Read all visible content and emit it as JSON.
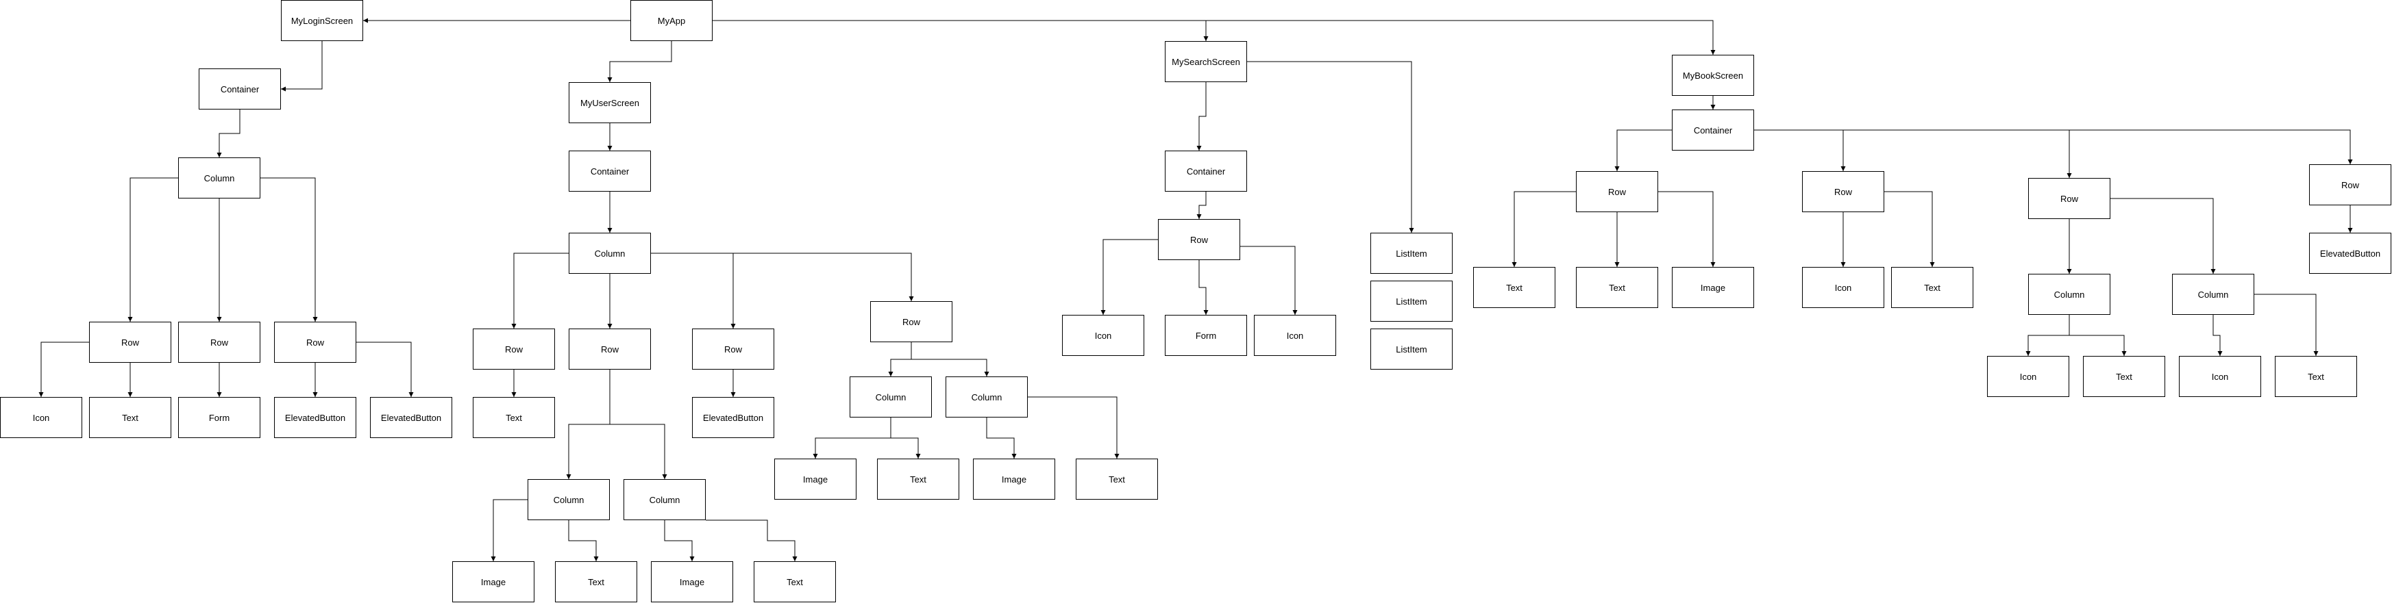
{
  "diagram": {
    "nodes": {
      "myapp": "MyApp",
      "login": "MyLoginScreen",
      "login_container": "Container",
      "login_column": "Column",
      "login_row1": "Row",
      "login_row2": "Row",
      "login_row3": "Row",
      "login_icon": "Icon",
      "login_text": "Text",
      "login_form": "Form",
      "login_btn1": "ElevatedButton",
      "login_btn2": "ElevatedButton",
      "user": "MyUserScreen",
      "user_container": "Container",
      "user_column": "Column",
      "user_row1": "Row",
      "user_row2": "Row",
      "user_row3": "Row",
      "user_row4": "Row",
      "user_text1": "Text",
      "user_btn": "ElevatedButton",
      "user_col_a": "Column",
      "user_col_b": "Column",
      "user_img_a": "Image",
      "user_text_a": "Text",
      "user_img_b": "Image",
      "user_text_b": "Text",
      "user_col_c": "Column",
      "user_col_d": "Column",
      "user_img_c": "Image",
      "user_text_c": "Text",
      "user_img_d": "Image",
      "user_text_d": "Text",
      "search": "MySearchScreen",
      "search_container": "Container",
      "search_row": "Row",
      "search_icon1": "Icon",
      "search_form": "Form",
      "search_icon2": "Icon",
      "search_list1": "ListItem",
      "search_list2": "ListItem",
      "search_list3": "ListItem",
      "book": "MyBookScreen",
      "book_container": "Container",
      "book_row1": "Row",
      "book_row2": "Row",
      "book_row3": "Row",
      "book_row4": "Row",
      "book_text1": "Text",
      "book_text2": "Text",
      "book_image": "Image",
      "book_icon1": "Icon",
      "book_text3": "Text",
      "book_col1": "Column",
      "book_col2": "Column",
      "book_icon2": "Icon",
      "book_text4": "Text",
      "book_icon3": "Icon",
      "book_text5": "Text",
      "book_btn": "ElevatedButton"
    },
    "edges": [
      [
        "myapp",
        "login"
      ],
      [
        "myapp",
        "user"
      ],
      [
        "myapp",
        "search"
      ],
      [
        "myapp",
        "book"
      ],
      [
        "login",
        "login_container"
      ],
      [
        "login_container",
        "login_column"
      ],
      [
        "login_column",
        "login_row1"
      ],
      [
        "login_column",
        "login_row2"
      ],
      [
        "login_column",
        "login_row3"
      ],
      [
        "login_row1",
        "login_icon"
      ],
      [
        "login_row1",
        "login_text"
      ],
      [
        "login_row2",
        "login_form"
      ],
      [
        "login_row3",
        "login_btn1"
      ],
      [
        "login_row3",
        "login_btn2"
      ],
      [
        "user",
        "user_container"
      ],
      [
        "user_container",
        "user_column"
      ],
      [
        "user_column",
        "user_row1"
      ],
      [
        "user_column",
        "user_row2"
      ],
      [
        "user_column",
        "user_row3"
      ],
      [
        "user_column",
        "user_row4"
      ],
      [
        "user_row1",
        "user_text1"
      ],
      [
        "user_row3",
        "user_btn"
      ],
      [
        "user_row2",
        "user_col_a"
      ],
      [
        "user_row2",
        "user_col_b"
      ],
      [
        "user_col_a",
        "user_img_a"
      ],
      [
        "user_col_a",
        "user_text_a"
      ],
      [
        "user_col_b",
        "user_img_b"
      ],
      [
        "user_col_b",
        "user_text_b"
      ],
      [
        "user_row4",
        "user_col_c"
      ],
      [
        "user_row4",
        "user_col_d"
      ],
      [
        "user_col_c",
        "user_img_c"
      ],
      [
        "user_col_c",
        "user_text_c"
      ],
      [
        "user_col_d",
        "user_img_d"
      ],
      [
        "user_col_d",
        "user_text_d"
      ],
      [
        "search",
        "search_container"
      ],
      [
        "search",
        "search_list1"
      ],
      [
        "search_container",
        "search_row"
      ],
      [
        "search_row",
        "search_icon1"
      ],
      [
        "search_row",
        "search_form"
      ],
      [
        "search_row",
        "search_icon2"
      ],
      [
        "book",
        "book_container"
      ],
      [
        "book_container",
        "book_row1"
      ],
      [
        "book_container",
        "book_row2"
      ],
      [
        "book_container",
        "book_row3"
      ],
      [
        "book_container",
        "book_row4"
      ],
      [
        "book_row1",
        "book_text1"
      ],
      [
        "book_row1",
        "book_text2"
      ],
      [
        "book_row1",
        "book_image"
      ],
      [
        "book_row2",
        "book_icon1"
      ],
      [
        "book_row2",
        "book_text3"
      ],
      [
        "book_row3",
        "book_col1"
      ],
      [
        "book_row3",
        "book_col2"
      ],
      [
        "book_col1",
        "book_icon2"
      ],
      [
        "book_col1",
        "book_text4"
      ],
      [
        "book_col2",
        "book_icon3"
      ],
      [
        "book_col2",
        "book_text5"
      ],
      [
        "book_row4",
        "book_btn"
      ]
    ]
  }
}
